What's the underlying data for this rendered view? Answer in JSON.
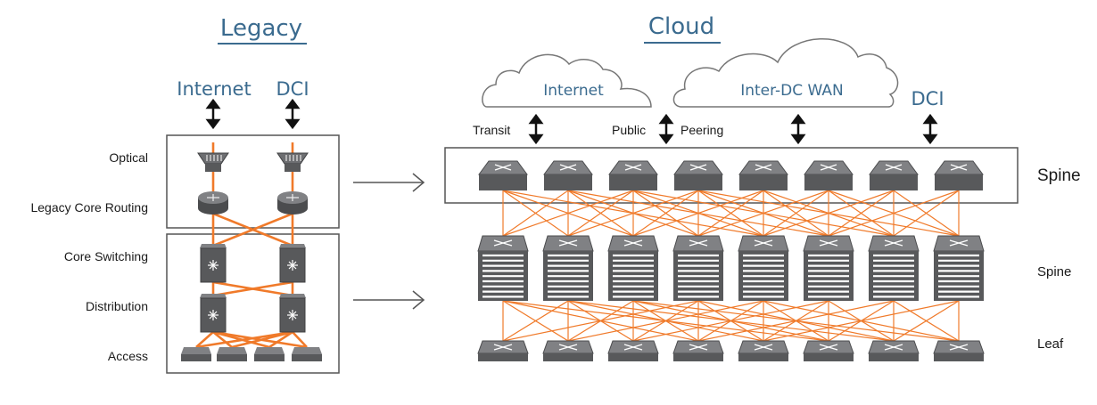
{
  "legacy": {
    "title": "Legacy",
    "top_labels": {
      "internet": "Internet",
      "dci": "DCI"
    },
    "layers": {
      "optical": "Optical",
      "core_routing": "Legacy Core Routing",
      "core_switching": "Core Switching",
      "distribution": "Distribution",
      "access": "Access"
    }
  },
  "cloud": {
    "title": "Cloud",
    "clouds": {
      "internet": "Internet",
      "wan": "Inter-DC WAN"
    },
    "dci": "DCI",
    "links": {
      "transit": "Transit",
      "public": "Public",
      "peering": "Peering"
    },
    "tiers": {
      "spine_top": "Spine",
      "spine": "Spine",
      "leaf": "Leaf"
    }
  },
  "colors": {
    "accent_blue": "#3b6b8f",
    "link_orange": "#f07a2a",
    "device_gray": "#6d6e71"
  }
}
